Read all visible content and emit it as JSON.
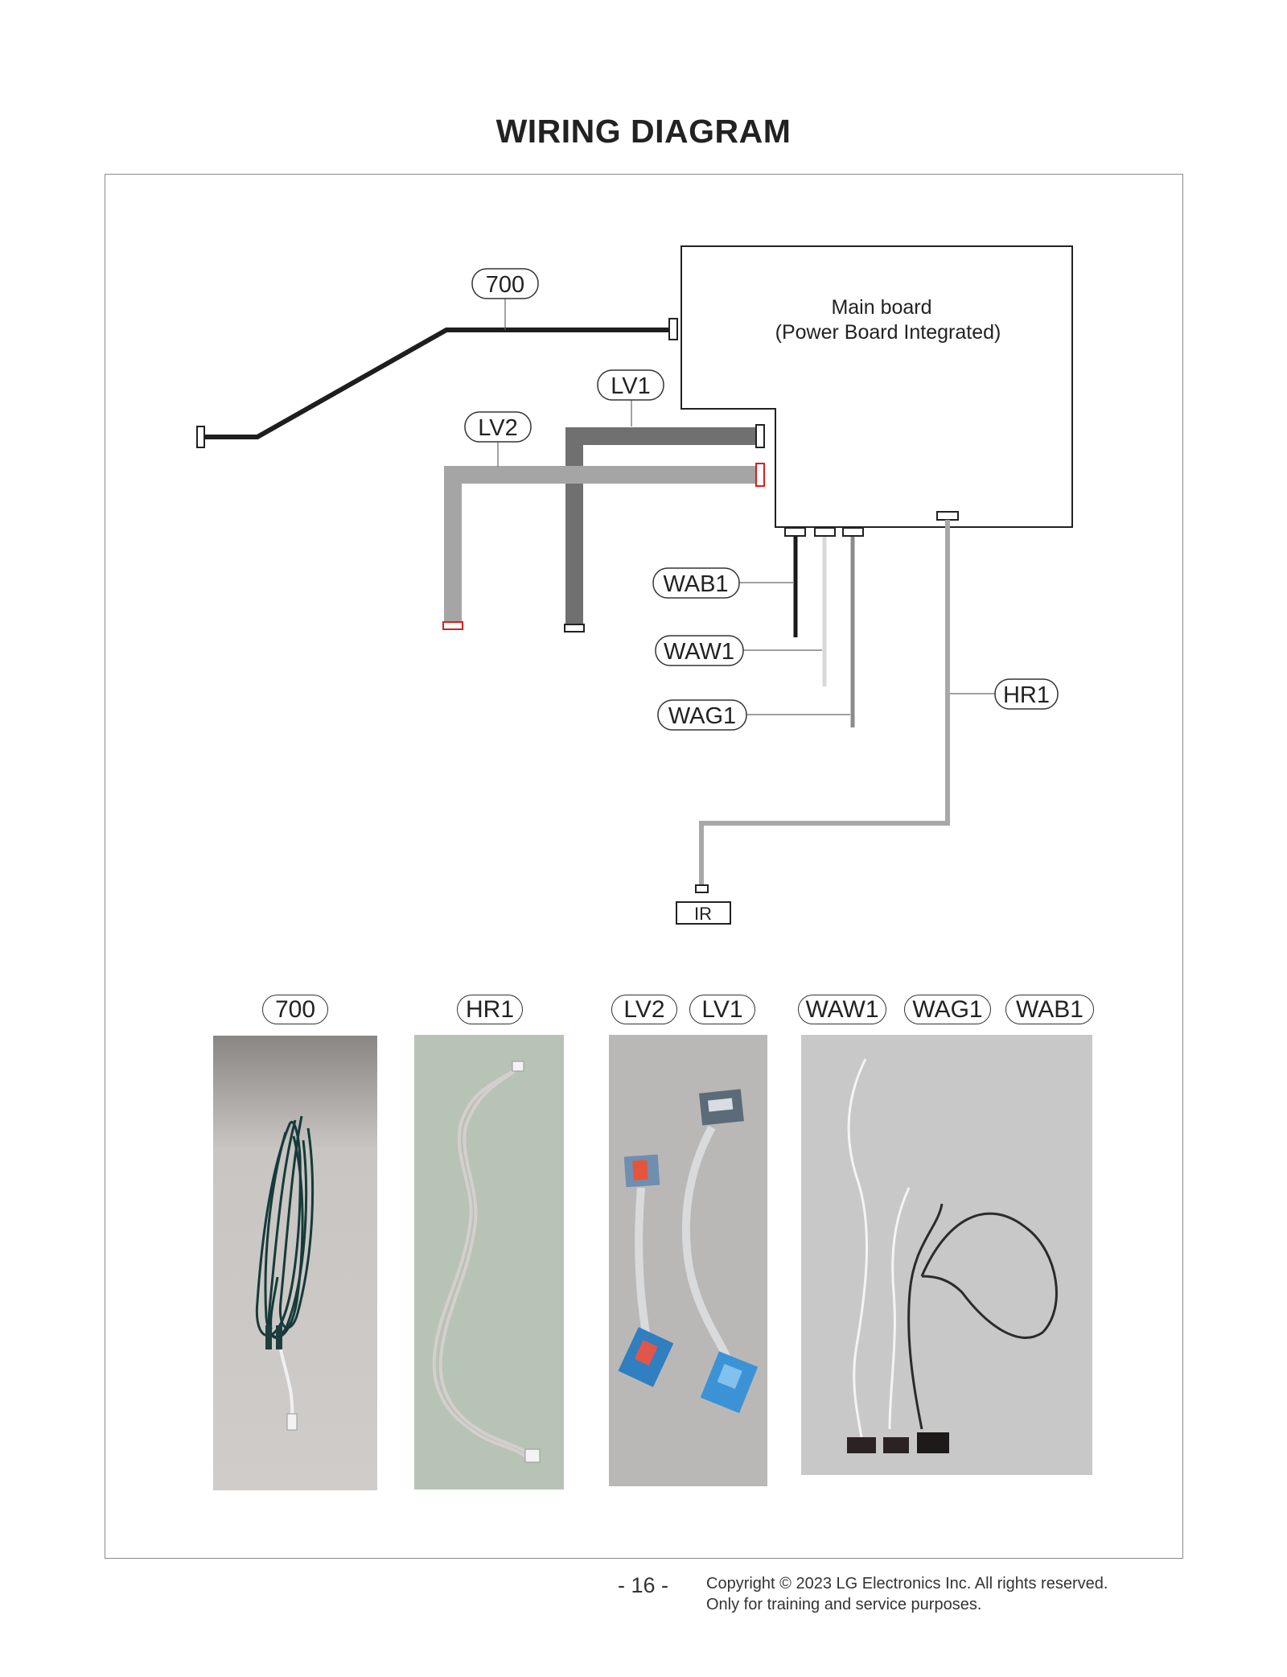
{
  "page": {
    "title": "WIRING DIAGRAM",
    "page_number": "- 16 -",
    "copyright_line1": "Copyright © 2023 LG Electronics Inc. All rights reserved.",
    "copyright_line2": "Only for training and service purposes."
  },
  "diagram": {
    "main_board_line1": "Main board",
    "main_board_line2": "(Power Board Integrated)",
    "labels": {
      "c700": "700",
      "lv1": "LV1",
      "lv2": "LV2",
      "wab1": "WAB1",
      "waw1": "WAW1",
      "wag1": "WAG1",
      "hr1": "HR1",
      "ir": "IR"
    },
    "colors": {
      "cable_700": "#1e1e1e",
      "cable_lv1": "#707070",
      "cable_lv2": "#a5a5a5",
      "cable_wab1": "#1a1a1a",
      "cable_waw1": "#d8d8d8",
      "cable_wag1": "#8c8c8c",
      "cable_hr1": "#a8a8a8",
      "connector_red": "#d62020"
    }
  },
  "photos": {
    "labels": {
      "c700": "700",
      "hr1": "HR1",
      "lv2": "LV2",
      "lv1": "LV1",
      "waw1": "WAW1",
      "wag1": "WAG1",
      "wab1": "WAB1"
    }
  }
}
